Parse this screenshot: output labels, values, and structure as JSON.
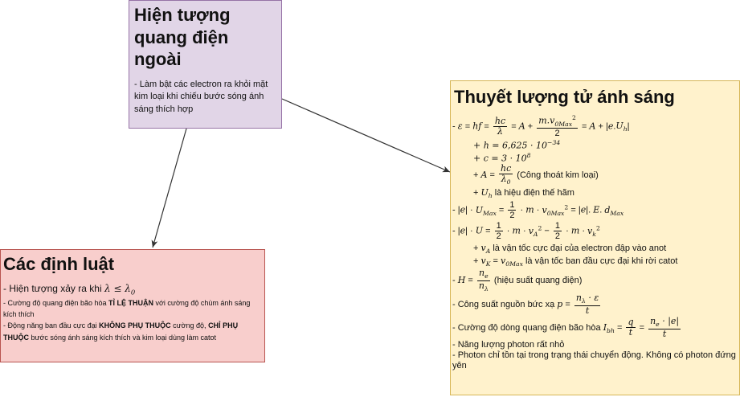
{
  "photo": {
    "title": "Hiện tượng quang điện ngoài",
    "desc": "- Làm bật các electron ra khỏi mặt kim loại khi chiếu bước sóng ánh sáng thích hợp"
  },
  "laws": {
    "title": "Các định luật",
    "l1_text": "- Hiện tượng xảy ra khi",
    "l1_math": "λ ≤ λ",
    "l1_sub": "0",
    "l2_a": "- Cường độ quang điện bão hòa ",
    "l2_b": "TỈ LỆ THUẬN",
    "l2_c": " với cường độ chùm ánh sáng kích thích",
    "l3_a": "- Động năng ban đầu cực đại ",
    "l3_b": "KHÔNG PHỤ THUỘC",
    "l3_c": " cường độ, ",
    "l3_d": "CHỈ PHỤ THUỘC",
    "l3_e": " bước sóng ánh sáng kích thích và kim loại dùng làm catot"
  },
  "quant": {
    "title": "Thuyết lượng tử ánh sáng",
    "h": "+ h = 6,625 · 10",
    "h_exp": "−34",
    "c": "+ c = 3 · 10",
    "c_exp": "8",
    "A_note": "(Công thoát kim loại)",
    "Uh_note": "là hiệu điện thế hãm",
    "vA_note": "là vận tốc cực đại của electron đập vào anot",
    "vK_note": "là vận tốc ban đầu cực đại khi rời catot",
    "H_note": "(hiệu suất quang điện)",
    "P_text": "- Công suất nguồn bức xạ",
    "I_text": "- Cường độ dòng quang điện bão hòa",
    "n1": "- Năng lượng photon rất nhỏ",
    "n2": "- Photon chỉ tồn tại trong trạng thái chuyển động. Không có photon đứng yên"
  },
  "colors": {
    "photo_fill": "#e1d5e7",
    "photo_border": "#9673a6",
    "laws_fill": "#f8cecc",
    "laws_border": "#b85450",
    "quant_fill": "#fff2cc",
    "quant_border": "#d6b656",
    "edge": "#333333"
  }
}
